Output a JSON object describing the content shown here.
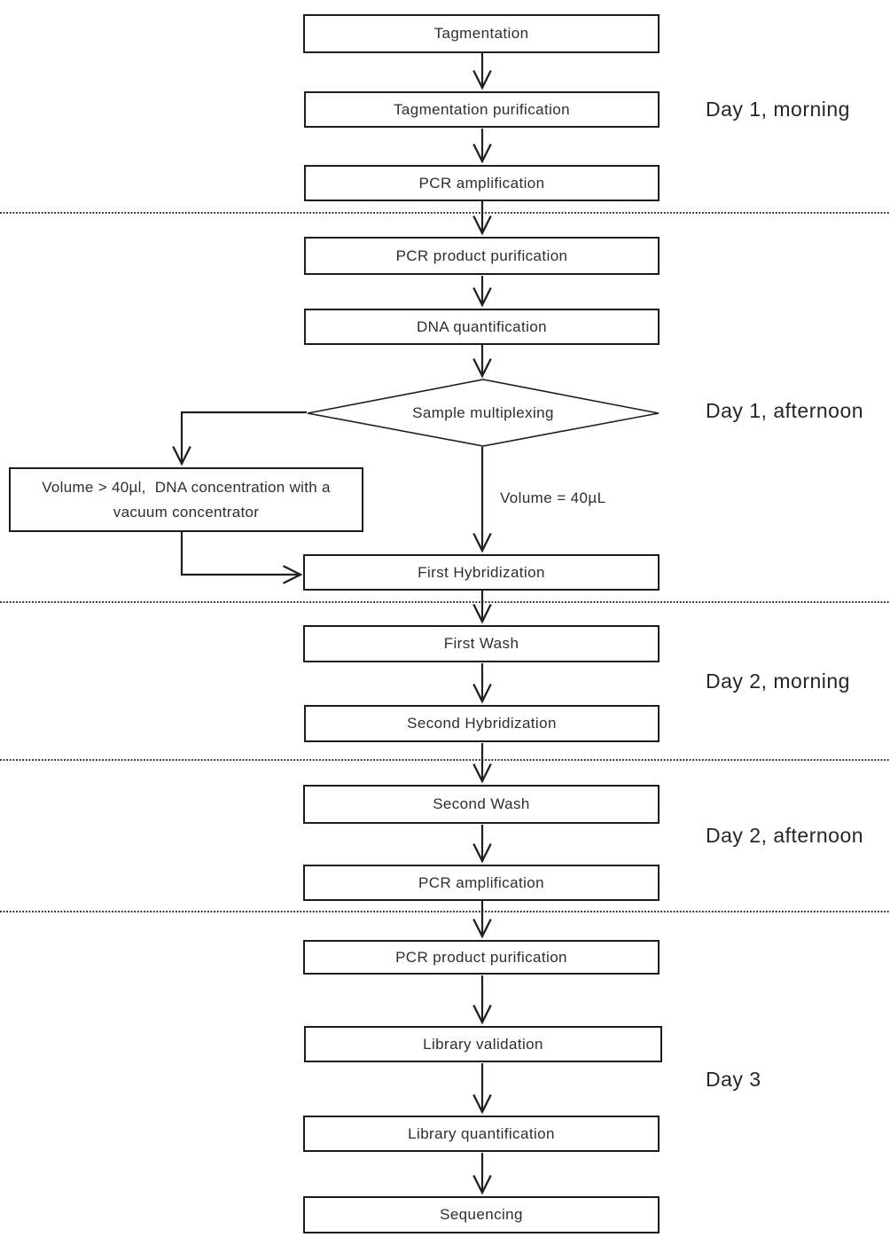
{
  "diagram": {
    "nodes": [
      {
        "id": "tagmentation",
        "label": "Tagmentation"
      },
      {
        "id": "tagmentation-purification",
        "label": "Tagmentation purification"
      },
      {
        "id": "pcr-amplification-1",
        "label": "PCR amplification"
      },
      {
        "id": "pcr-product-purification-1",
        "label": "PCR product purification"
      },
      {
        "id": "dna-quantification",
        "label": "DNA quantification"
      },
      {
        "id": "first-hybridization",
        "label": "First Hybridization"
      },
      {
        "id": "first-wash",
        "label": "First Wash"
      },
      {
        "id": "second-hybridization",
        "label": "Second Hybridization"
      },
      {
        "id": "second-wash",
        "label": "Second Wash"
      },
      {
        "id": "pcr-amplification-2",
        "label": "PCR amplification"
      },
      {
        "id": "pcr-product-purification-2",
        "label": "PCR product purification"
      },
      {
        "id": "library-validation",
        "label": "Library validation"
      },
      {
        "id": "library-quantification",
        "label": "Library quantification"
      },
      {
        "id": "sequencing",
        "label": "Sequencing"
      }
    ],
    "decision": {
      "id": "sample-multiplexing",
      "label": "Sample multiplexing"
    },
    "side_box": {
      "line1": "Volume > 40µl,  DNA concentration with a",
      "line2": "vacuum concentrator"
    },
    "edge_labels": {
      "volume_equal": "Volume = 40µL"
    },
    "day_labels": [
      {
        "label": "Day 1,  morning"
      },
      {
        "label": "Day 1,  afternoon"
      },
      {
        "label": "Day 2,  morning"
      },
      {
        "label": "Day 2,  afternoon"
      },
      {
        "label": "Day 3"
      }
    ],
    "colors": {
      "stroke": "#1f1f1f",
      "background": "#ffffff",
      "text": "#2e2e2e"
    }
  }
}
